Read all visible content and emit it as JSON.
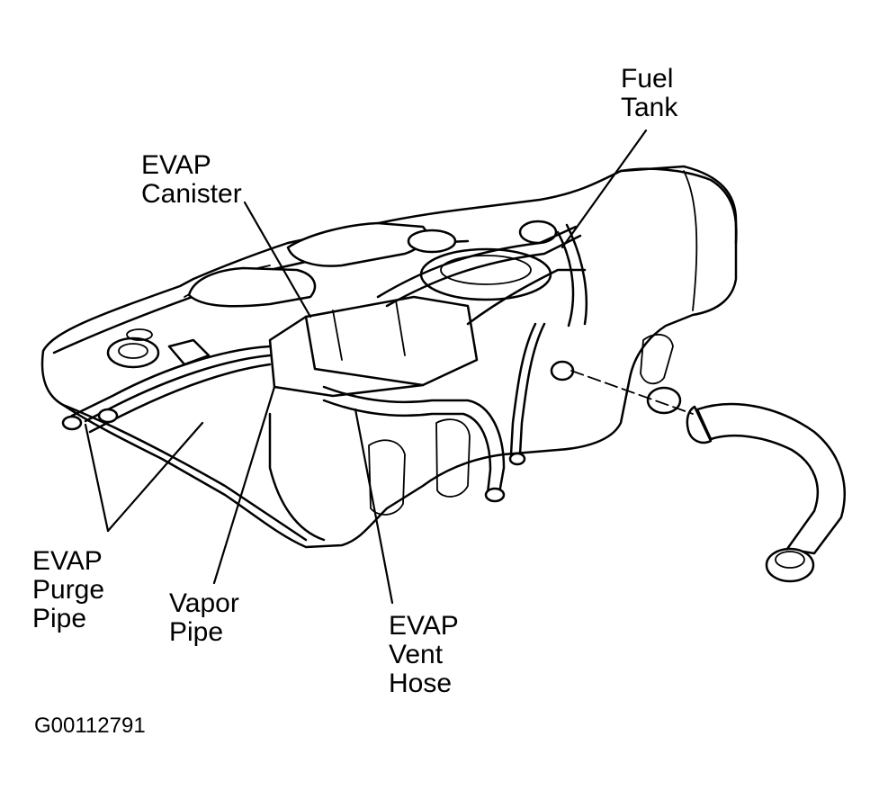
{
  "labels": {
    "fuel_tank": [
      "Fuel",
      "Tank"
    ],
    "evap_canister": [
      "EVAP",
      "Canister"
    ],
    "evap_purge_pipe": [
      "EVAP",
      "Purge",
      "Pipe"
    ],
    "vapor_pipe": [
      "Vapor",
      "Pipe"
    ],
    "evap_vent_hose": [
      "EVAP",
      "Vent",
      "Hose"
    ]
  },
  "figure_code": "G00112791"
}
